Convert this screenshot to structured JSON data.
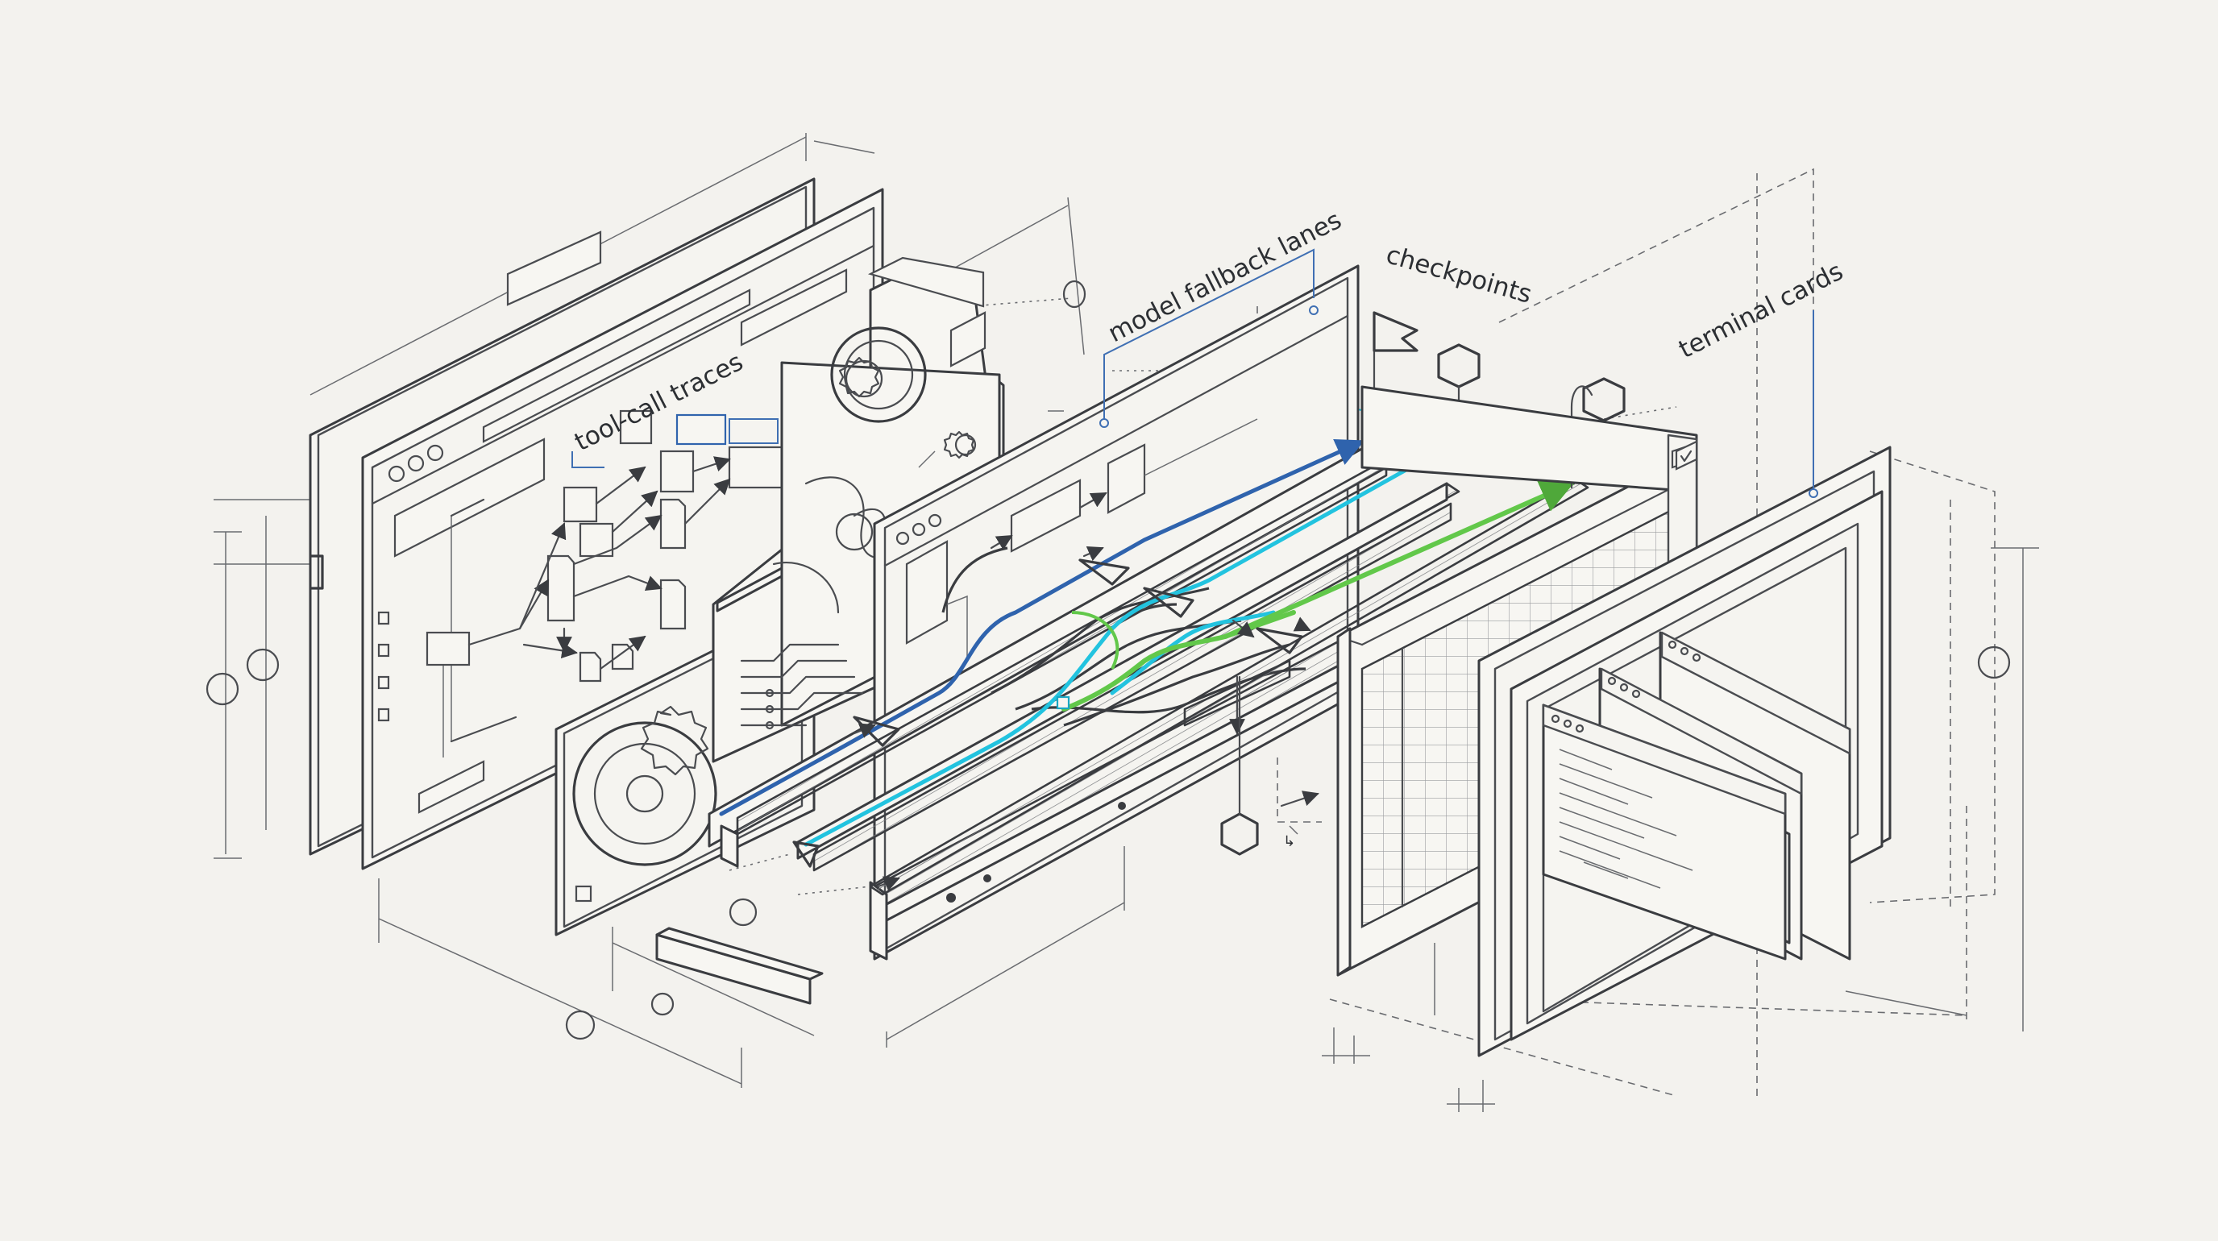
{
  "labels": {
    "tool_call_traces": "tool-call traces",
    "model_fallback_lanes": "model fallback lanes",
    "checkpoints": "checkpoints",
    "terminal_cards": "terminal cards"
  },
  "colors": {
    "background": "#f3f2ee",
    "ink": "#3a3c40",
    "lane_blue": "#2f63ad",
    "lane_cyan": "#22c3df",
    "lane_green": "#62c84a",
    "callout_blue": "#3f6fb3"
  },
  "icons": [
    "gear-icon",
    "flag-icon",
    "hexagon-icon",
    "document-icon",
    "window-dots-icon"
  ]
}
